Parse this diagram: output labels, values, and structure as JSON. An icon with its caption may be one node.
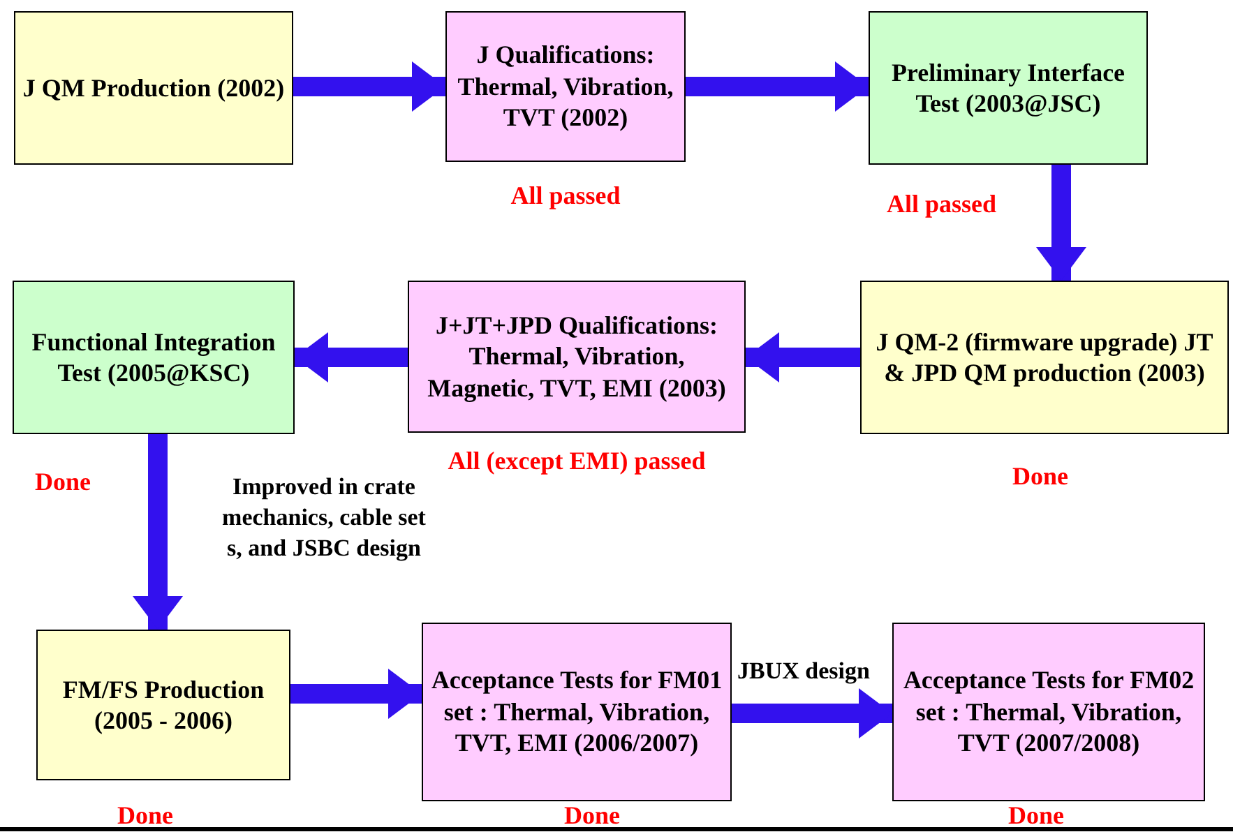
{
  "diagram": {
    "nodes": [
      {
        "text": [
          "J QM Production (2002)"
        ]
      },
      {
        "text": [
          "J Qualifications: Thermal, Vibration, TVT (2002)"
        ],
        "beside": [
          "All passed"
        ]
      },
      {
        "text": [
          "Preliminary Interface Test (2003@JSC)"
        ],
        "beside": [
          "All passed"
        ]
      },
      {
        "text": [
          "Functional Integration Test (2005@KSC)"
        ],
        "beside": [
          "Done"
        ]
      },
      {
        "text": [
          "J+JT+JPD Qualifications: Thermal, Vibration, Magnetic, TVT, EMI (2003)"
        ],
        "beside": [
          "All (except EMI) passed"
        ]
      },
      {
        "text": [
          "J QM-2 (firmware upgrade) JT & JPD QM production (2003)"
        ],
        "beside": [
          "Done"
        ]
      },
      {
        "text": [
          "FM/FS Production (2005 - 2006)"
        ],
        "beside": [
          "Done"
        ]
      },
      {
        "text": [
          "Acceptance Tests for FM01 set : Thermal, Vibration, TVT, EMI (2006/2007)"
        ],
        "beside": [
          "Done"
        ]
      },
      {
        "text": [
          "Acceptance Tests for FM02 set : Thermal, Vibration, TVT (2007/2008)"
        ],
        "beside": [
          "Done"
        ]
      }
    ],
    "edges": [
      {
        "from": 0,
        "to": 1,
        "arrow": "to"
      },
      {
        "from": 1,
        "to": 2,
        "arrow": "to"
      },
      {
        "from": 2,
        "to": 5,
        "arrow": "to"
      },
      {
        "from": 5,
        "to": 4,
        "arrow": "to"
      },
      {
        "from": 4,
        "to": 3,
        "arrow": "to"
      },
      {
        "from": 3,
        "to": 6,
        "arrow": "to",
        "label": "Improved in crate mechanics, cable set s, and JSBC design"
      },
      {
        "from": 6,
        "to": 7,
        "arrow": "to"
      },
      {
        "from": 7,
        "to": 8,
        "arrow": "to",
        "label": "JBUX design"
      }
    ]
  }
}
